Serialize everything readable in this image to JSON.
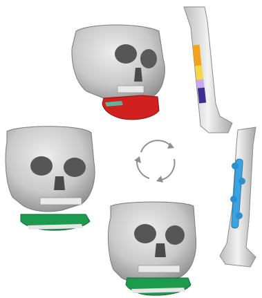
{
  "figure": {
    "panels": [
      {
        "id": "skull-resection-top",
        "icon": "skull-icon",
        "highlight": "#d21f1f",
        "highlight_part": "mandible"
      },
      {
        "id": "fibula-segmented",
        "icon": "fibula-icon",
        "segment_colors": [
          "#f2a31a",
          "#f4d84a",
          "#c9a7f2",
          "#3b2f8f"
        ]
      },
      {
        "id": "skull-reconstructed-left",
        "icon": "skull-icon",
        "highlight": "#1c9a4d",
        "highlight_part": "mandible"
      },
      {
        "id": "cycle-arrows",
        "icon": "cycle-arrows-icon",
        "color": "#8f8f8f"
      },
      {
        "id": "fibula-with-plate",
        "icon": "fibula-icon",
        "plate_color": "#3aa3e0"
      },
      {
        "id": "skull-reconstructed-bottom",
        "icon": "skull-icon",
        "highlight": "#1c9a4d",
        "highlight_part": "mandible"
      }
    ],
    "colors": {
      "bone": "#cfcfcf",
      "bone_shadow": "#8d8d8d",
      "cavity": "#4a4a4a"
    }
  }
}
